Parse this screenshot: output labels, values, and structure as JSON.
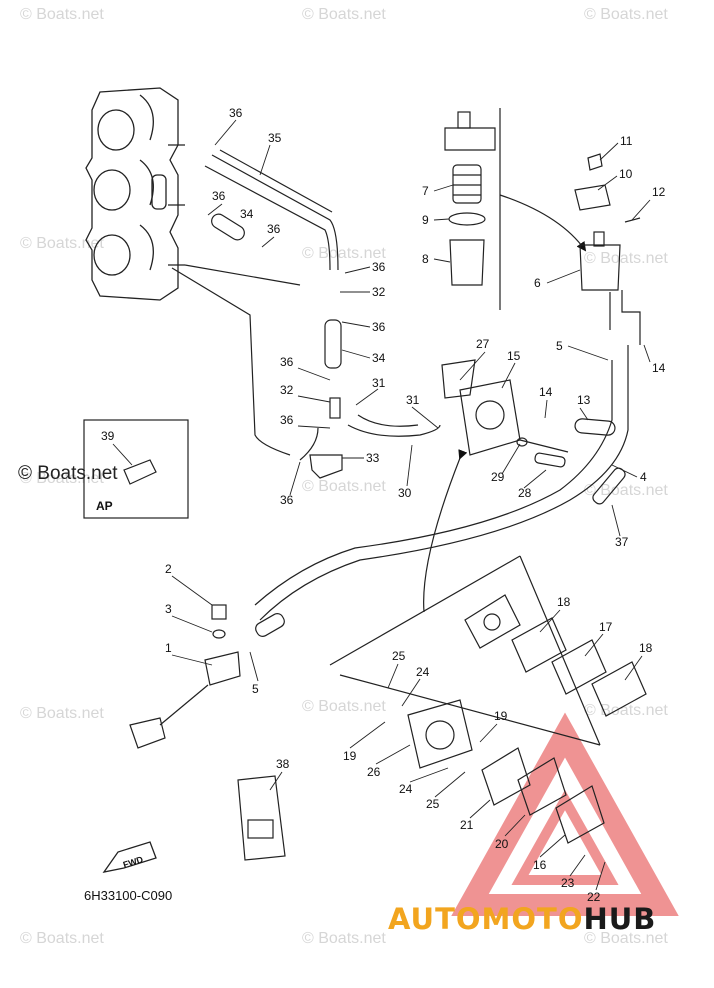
{
  "watermarks": [
    "© Boats.net",
    "© Boats.net",
    "© Boats.net",
    "© Boats.net",
    "© Boats.net",
    "© Boats.net",
    "© Boats.net",
    "© Boats.net",
    "© Boats.net",
    "© Boats.net",
    "© Boats.net",
    "© Boats.net",
    "© Boats.net",
    "© Boats.net",
    "© Boats.net"
  ],
  "watermark_strong": "© Boats.net",
  "diagram_code": "6H33100-C090",
  "ap_label": "AP",
  "fwd_label": "FWD",
  "brand": {
    "part1": "AUTOMOTO",
    "part2": "HUB",
    "color1": "#f2a51f",
    "color2": "#1a1a1a",
    "logo_color": "#e23b3b"
  },
  "part_labels": [
    "36",
    "35",
    "36",
    "34",
    "36",
    "36",
    "32",
    "36",
    "34",
    "36",
    "32",
    "31",
    "36",
    "33",
    "36",
    "39",
    "27",
    "15",
    "31",
    "14",
    "5",
    "14",
    "13",
    "29",
    "28",
    "30",
    "4",
    "37",
    "7",
    "9",
    "8",
    "6",
    "11",
    "10",
    "12",
    "2",
    "3",
    "1",
    "5",
    "18",
    "17",
    "18",
    "25",
    "24",
    "19",
    "19",
    "26",
    "24",
    "25",
    "21",
    "20",
    "16",
    "23",
    "22",
    "38"
  ]
}
